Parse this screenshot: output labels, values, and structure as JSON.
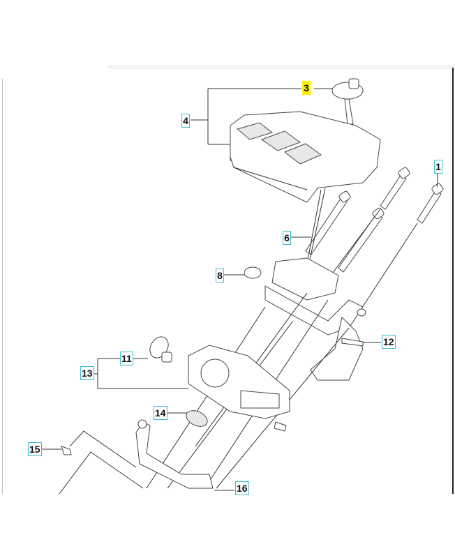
{
  "diagram": {
    "type": "exploded-parts-view",
    "highlight_color": "#ffee00",
    "callout_border_color": "#3cbcd0",
    "callouts": [
      {
        "id": "c1",
        "label": "1",
        "highlighted": false
      },
      {
        "id": "c3",
        "label": "3",
        "highlighted": true
      },
      {
        "id": "c4",
        "label": "4",
        "highlighted": false
      },
      {
        "id": "c6",
        "label": "6",
        "highlighted": false
      },
      {
        "id": "c8",
        "label": "8",
        "highlighted": false
      },
      {
        "id": "c11",
        "label": "11",
        "highlighted": false
      },
      {
        "id": "c12",
        "label": "12",
        "highlighted": false
      },
      {
        "id": "c13",
        "label": "13",
        "highlighted": false
      },
      {
        "id": "c14",
        "label": "14",
        "highlighted": false
      },
      {
        "id": "c15",
        "label": "15",
        "highlighted": false
      },
      {
        "id": "c16",
        "label": "16",
        "highlighted": false
      }
    ]
  }
}
